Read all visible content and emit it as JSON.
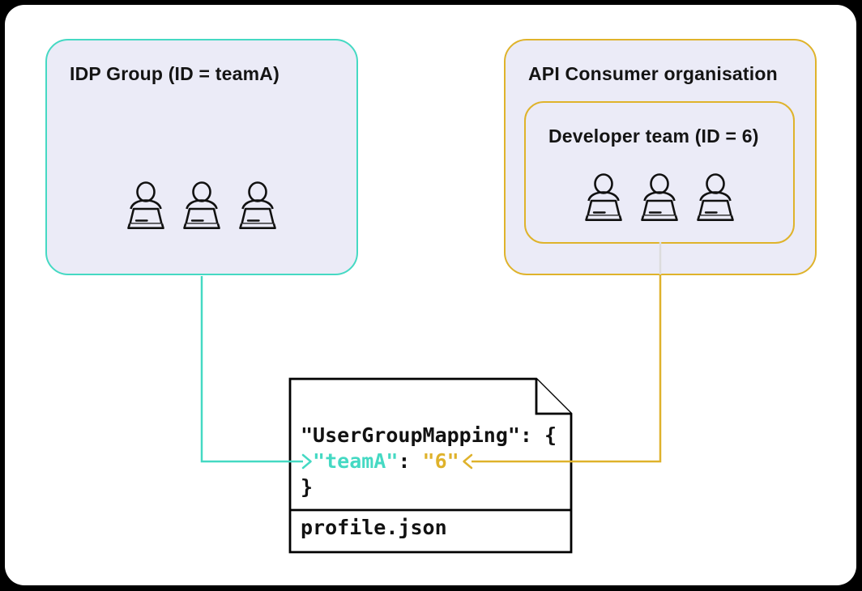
{
  "idp_group": {
    "title": "IDP Group (ID = teamA)",
    "member_count": 3
  },
  "api_consumer_org": {
    "title": "API Consumer organisation"
  },
  "developer_team": {
    "title": "Developer team (ID = 6)",
    "member_count": 3
  },
  "profile_file": {
    "filename": "profile.json",
    "code": {
      "line1": "\"UserGroupMapping\": {",
      "mapping_key": " \"teamA\"",
      "separator": ": ",
      "mapping_value": "\"6\"",
      "line3": "}"
    }
  },
  "colors": {
    "teal_accent": "#45D9C3",
    "gold_accent": "#DFB22B",
    "box_fill": "#EBEBF7",
    "connector_gray": "#DCDCDC",
    "document_stroke": "#000000"
  }
}
